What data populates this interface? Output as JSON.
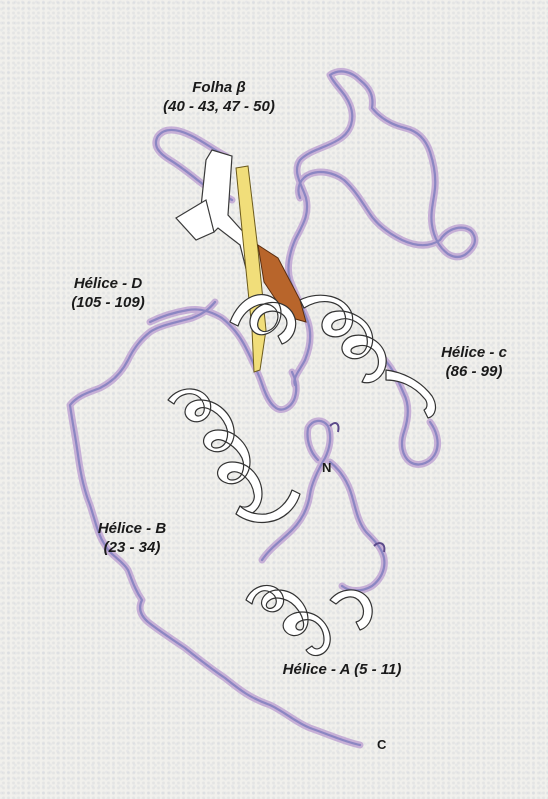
{
  "labels": {
    "sheet_beta": {
      "name": "Folha β",
      "range": "(40 - 43, 47 - 50)"
    },
    "helix_d": {
      "name": "Hélice - D",
      "range": "(105 - 109)"
    },
    "helix_c": {
      "name": "Hélice - c",
      "range": "(86 - 99)"
    },
    "helix_b": {
      "name": "Hélice - B",
      "range": "(23 - 34)"
    },
    "helix_a": {
      "text": "Hélice - A (5 - 11)"
    },
    "n_terminus": "N",
    "c_terminus": "C"
  },
  "colors": {
    "coil": "#b9a3cc",
    "coil_core": "#8f88c2",
    "ribbon_fill": "#ffffff",
    "ribbon_edge": "#3a3a3a",
    "strand_yellow": "#f1de7a",
    "strand_orange": "#b8652b"
  }
}
